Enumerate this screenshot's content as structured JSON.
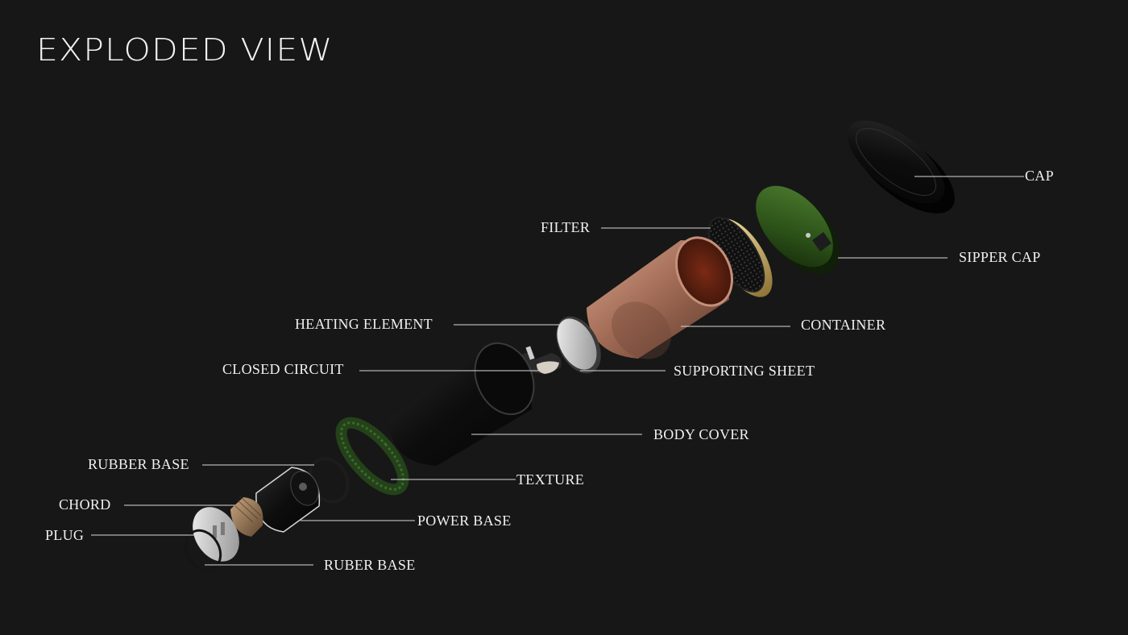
{
  "title": "EXPLODED VIEW",
  "colors": {
    "background": "#171717",
    "text": "#f0f0f0",
    "leader": "#d8d8d8",
    "copper": "#b07a62",
    "green": "#2f5a1e",
    "black_part": "#0c0c0c"
  },
  "parts": [
    {
      "id": "cap",
      "label": "CAP"
    },
    {
      "id": "filter",
      "label": "FILTER"
    },
    {
      "id": "sipper-cap",
      "label": "SIPPER CAP"
    },
    {
      "id": "heating-element",
      "label": "HEATING ELEMENT"
    },
    {
      "id": "container",
      "label": "CONTAINER"
    },
    {
      "id": "closed-circuit",
      "label": "CLOSED CIRCUIT"
    },
    {
      "id": "supporting-sheet",
      "label": "SUPPORTING SHEET"
    },
    {
      "id": "body-cover",
      "label": "BODY COVER"
    },
    {
      "id": "rubber-base",
      "label": "RUBBER BASE"
    },
    {
      "id": "texture",
      "label": "TEXTURE"
    },
    {
      "id": "chord",
      "label": "CHORD"
    },
    {
      "id": "power-base",
      "label": "POWER BASE"
    },
    {
      "id": "plug",
      "label": "PLUG"
    },
    {
      "id": "ruber-base",
      "label": "RUBER BASE"
    }
  ]
}
